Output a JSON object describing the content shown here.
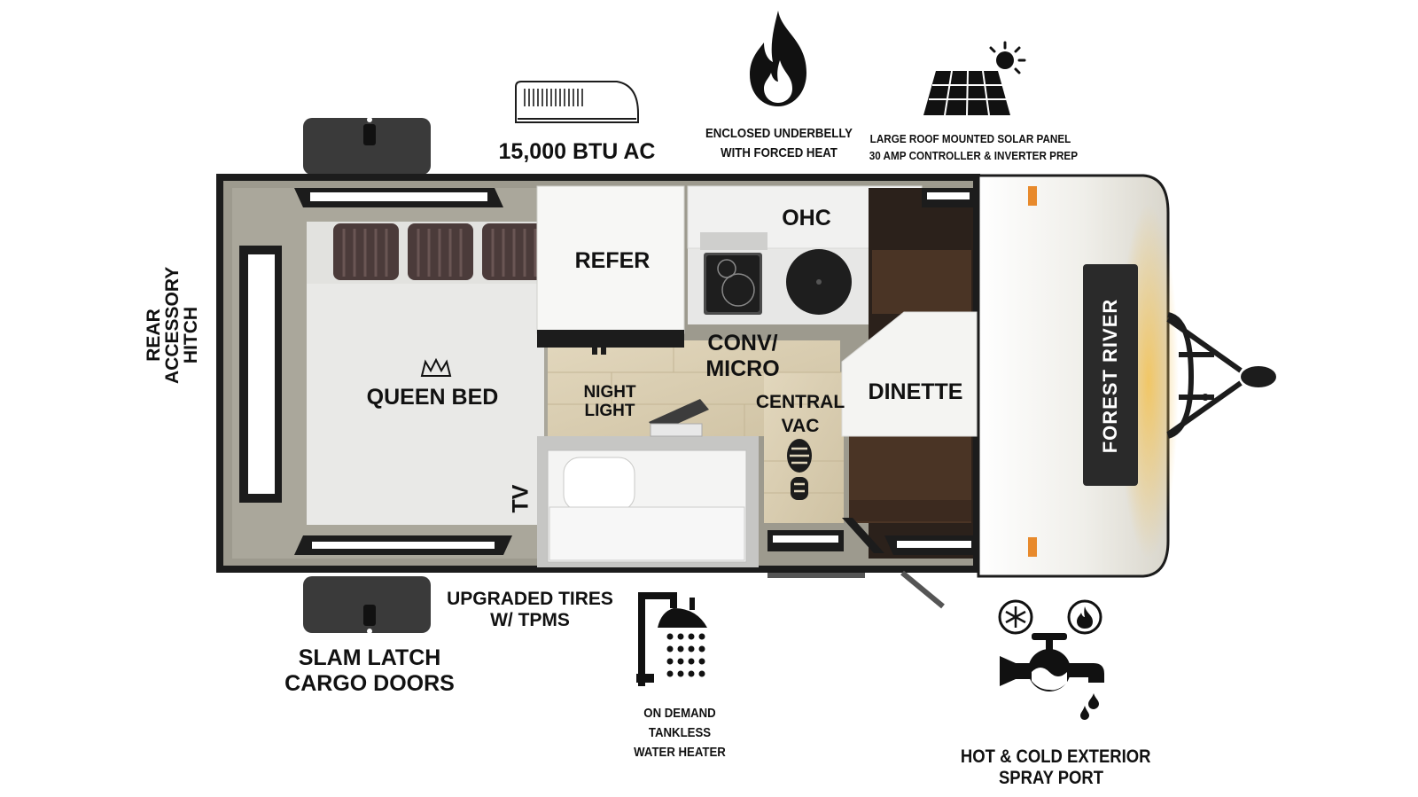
{
  "features": {
    "ac": "15,000 BTU AC",
    "underbelly": [
      "ENCLOSED UNDERBELLY",
      "WITH FORCED HEAT"
    ],
    "solar": [
      "LARGE ROOF MOUNTED SOLAR PANEL",
      "30 AMP CONTROLLER & INVERTER PREP"
    ],
    "hitch": [
      "REAR",
      "ACCESSORY",
      "HITCH"
    ],
    "cargo_doors": [
      "SLAM LATCH",
      "CARGO DOORS"
    ],
    "tires": [
      "UPGRADED TIRES",
      "W/ TPMS"
    ],
    "water_heater": [
      "ON DEMAND",
      "TANKLESS",
      "WATER HEATER"
    ],
    "spray_port": [
      "HOT & COLD EXTERIOR",
      "SPRAY PORT"
    ]
  },
  "rooms": {
    "queen_bed": "QUEEN BED",
    "refer": "REFER",
    "ohc": "OHC",
    "conv_micro": [
      "CONV/",
      "MICRO"
    ],
    "night_light": [
      "NIGHT",
      "LIGHT"
    ],
    "central_vac": [
      "CENTRAL",
      "VAC"
    ],
    "dinette": "DINETTE",
    "tv": "TV"
  },
  "brand": "FOREST RIVER",
  "icons": {
    "ac": "ac-unit-icon",
    "flame": "flame-icon",
    "solar": "solar-panel-icon",
    "shower": "shower-icon",
    "faucet": "faucet-icon",
    "snowflake": "snowflake-icon",
    "small_flame": "small-flame-icon",
    "crown": "crown-icon",
    "boot": "boot-print-icon"
  },
  "colors": {
    "wall": "#1c1c1c",
    "floor_wood": "#d9cdb0",
    "bed": "#e9e9e7",
    "dinette_seat": "#4a3425",
    "pillow": "#4b3b3a",
    "trim": "#9d9a8e"
  }
}
